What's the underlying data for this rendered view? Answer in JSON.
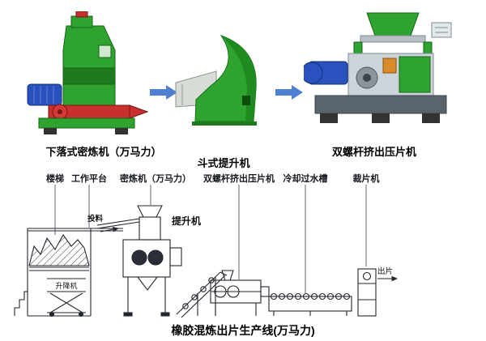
{
  "top_row": {
    "machine1_label": "下落式密炼机（万马力）",
    "machine2_label": "斗式提升机",
    "machine3_label": "双螺杆挤出压片机"
  },
  "callouts": {
    "stairs": "楼梯",
    "platform": "工作平台",
    "mixer": "密炼机（万马力）",
    "extruder": "双螺杆挤出压片机",
    "cooling_tank": "冷却过水槽",
    "cutter": "裁片机"
  },
  "inline_labels": {
    "feeding": "投料",
    "elevator": "提升机",
    "lift": "升降机",
    "output": "出片"
  },
  "caption": "橡胶混炼出片生产线(万马力)",
  "colors": {
    "machine_green": "#2fa32f",
    "machine_dark_green": "#156515",
    "machine_red": "#c8302d",
    "machine_blue": "#2a52be",
    "arrow_blue": "#4f7fd0",
    "schematic_line": "#23262e"
  }
}
